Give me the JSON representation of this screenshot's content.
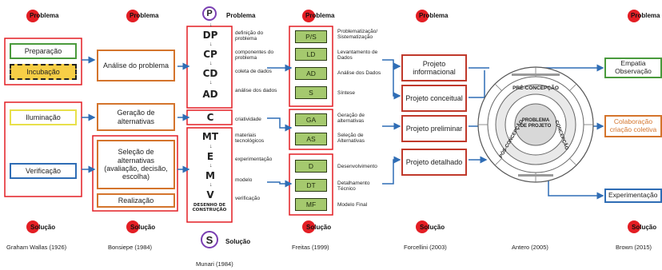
{
  "colors": {
    "red": "#e31e24",
    "blue": "#2f6db5",
    "orange": "#d4742c",
    "green_box": "#a5c96e",
    "purple": "#7a3fb2"
  },
  "dots": {
    "problema": "Problema",
    "solucao": "Solução"
  },
  "wallas": {
    "boxes": [
      "Preparação",
      "Incubação",
      "Iluminação",
      "Verificação"
    ],
    "author": "Graham Wallas (1926)"
  },
  "bonsiepe": {
    "boxes": [
      "Análise do problema",
      "Geração de alternativas",
      "Seleção de alternativas (avaliação, decisão, escolha)",
      "Realização"
    ],
    "author": "Bonsiepe (1984)"
  },
  "munari": {
    "top": "P",
    "bottom": "S",
    "codes": [
      "DP",
      "CP",
      "CD",
      "AD",
      "C",
      "MT",
      "E",
      "M",
      "V"
    ],
    "desenho": "DESENHO DE CONSTRUÇÃO",
    "notes": [
      "definição do problema",
      "componentes do problema",
      "coleta de dados",
      "análise dos dados",
      "criatividade",
      "materiais tecnológicos",
      "experimentação",
      "modelo",
      "verificação"
    ],
    "author": "Munari (1984)"
  },
  "freitas": {
    "codes": [
      "P/S",
      "LD",
      "AD",
      "S",
      "GA",
      "AS",
      "D",
      "DT",
      "MF"
    ],
    "notes": [
      "Problematização/ Sistematização",
      "Levantamento de Dados",
      "Análise dos Dados",
      "Síntese",
      "Geração de alternativas",
      "Seleção de Alternativas",
      "Desenvolvimento",
      "Detalhamento Técnico",
      "Modelo Final"
    ],
    "author": "Freitas (1999)"
  },
  "forcellini": {
    "boxes": [
      "Projeto informacional",
      "Projeto conceitual",
      "Projeto preliminar",
      "Projeto detalhado"
    ],
    "author": "Forcellini (2003)"
  },
  "antero": {
    "rings": [
      "PRÉ-CONCEPÇÃO",
      "CONCEPÇÃO",
      "PÓS-CONCEPÇÃO"
    ],
    "center": [
      "PROBLEMA",
      "DE PROJETO"
    ],
    "author": "Antero (2005)"
  },
  "brown": {
    "boxes": [
      "Empatia Observação",
      "Colaboração criação coletiva",
      "Experimentação"
    ],
    "author": "Brown (2015)"
  }
}
